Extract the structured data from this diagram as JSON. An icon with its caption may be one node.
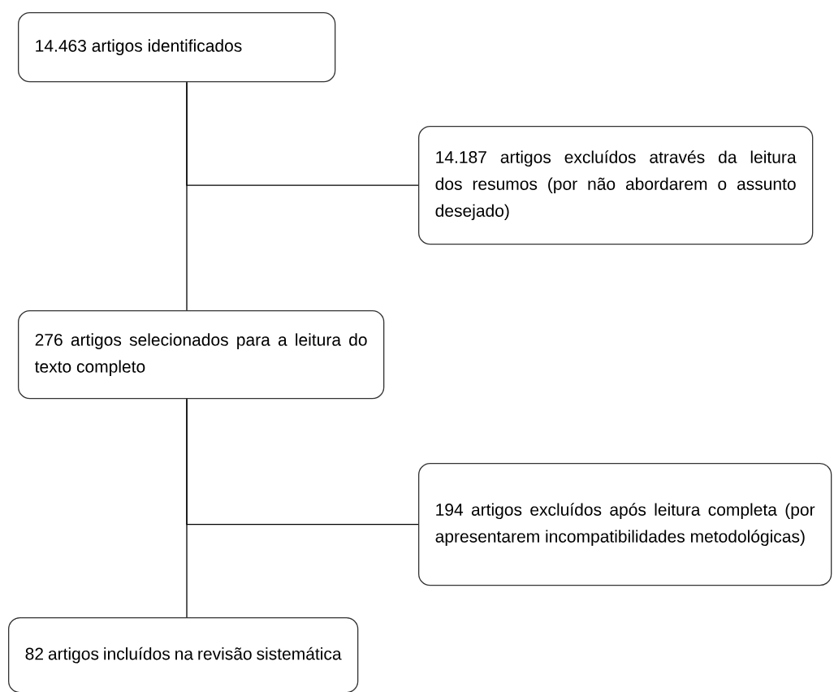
{
  "diagram": {
    "nodes": [
      {
        "text": [
          "14.463 artigos identificados"
        ]
      },
      {
        "text": [
          "14.187 artigos excluídos através da leitura dos resumos (por não abordarem o assunto desejado)"
        ]
      },
      {
        "text": [
          "276 artigos selecionados para a leitura do texto completo"
        ]
      },
      {
        "text": [
          "194 artigos excluídos após leitura completa (por apresentarem incompatibilidades metodológicas)"
        ]
      },
      {
        "text": [
          "82 artigos incluídos na revisão sistemática"
        ]
      }
    ],
    "edges": [
      {
        "from": 0,
        "to": 2,
        "arrow": "none"
      },
      {
        "from": 0,
        "to": 1,
        "arrow": "none"
      },
      {
        "from": 2,
        "to": 4,
        "arrow": "none"
      },
      {
        "from": 2,
        "to": 3,
        "arrow": "none"
      }
    ]
  }
}
